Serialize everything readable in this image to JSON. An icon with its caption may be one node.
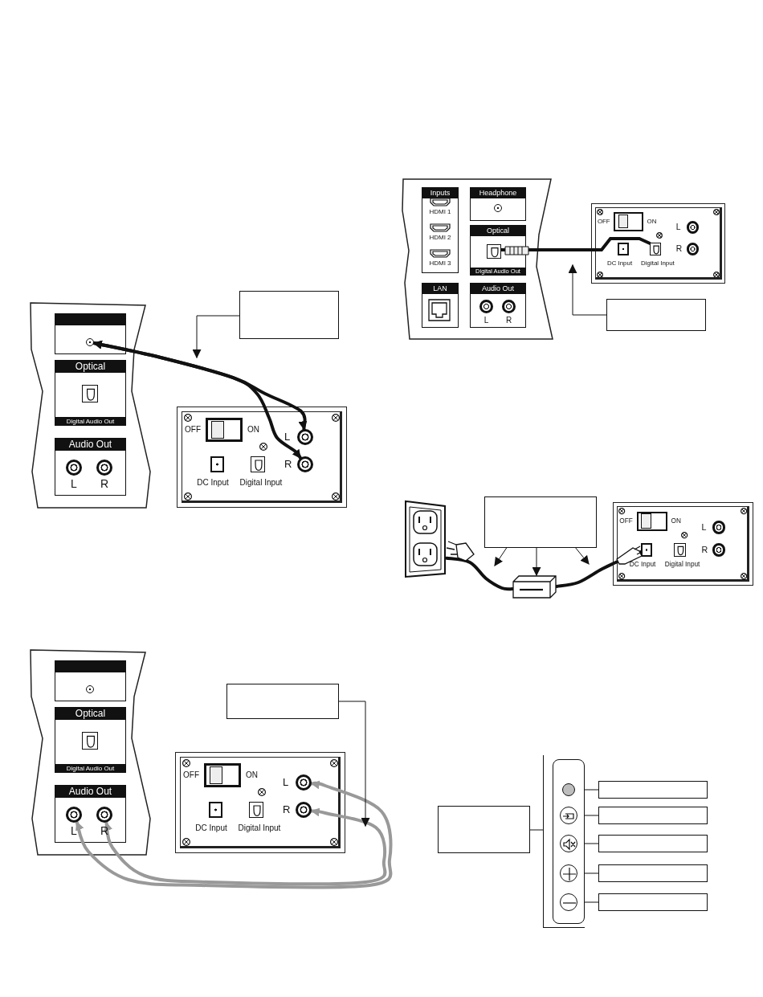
{
  "diagram": {
    "nodes": [
      {
        "text": [],
        "shape": "box"
      },
      {
        "text": [],
        "shape": "box"
      },
      {
        "text": [],
        "shape": "box"
      },
      {
        "text": [],
        "shape": "box"
      },
      {
        "text": [],
        "shape": "circle"
      },
      {
        "text": [],
        "shape": "circle"
      },
      {
        "text": [],
        "shape": "circle"
      },
      {
        "text": [],
        "shape": "box"
      },
      {
        "text": [],
        "shape": "box"
      },
      {
        "text": [],
        "shape": "box"
      },
      {
        "text": [],
        "shape": "box"
      },
      {
        "text": [],
        "shape": "circle"
      },
      {
        "text": [],
        "shape": "circle"
      },
      {
        "text": [],
        "shape": "box"
      },
      {
        "text": [],
        "shape": "circle"
      },
      {
        "text": [],
        "shape": "circle"
      },
      {
        "text": [],
        "shape": "box"
      },
      {
        "text": [],
        "shape": "box"
      },
      {
        "text": [],
        "shape": "circle",
        "in": 17
      },
      {
        "text": [],
        "shape": "circle",
        "in": 17
      },
      {
        "text": [],
        "shape": "circle",
        "in": 17
      },
      {
        "text": [],
        "shape": "circle",
        "in": 17
      },
      {
        "text": [],
        "shape": "circle",
        "in": 17
      },
      {
        "text": [],
        "shape": "box"
      },
      {
        "text": [],
        "shape": "box"
      },
      {
        "text": [],
        "shape": "box"
      },
      {
        "text": [],
        "shape": "box"
      },
      {
        "text": [],
        "shape": "box"
      },
      {
        "text": [],
        "shape": "circle"
      },
      {
        "text": [],
        "shape": "circle"
      },
      {
        "text": [],
        "shape": "circle"
      },
      {
        "text": [],
        "shape": "circle"
      },
      {
        "text": [],
        "shape": "circle"
      },
      {
        "text": [],
        "shape": "box"
      },
      {
        "text": [],
        "shape": "box"
      },
      {
        "text": [],
        "shape": "circle"
      },
      {
        "text": [],
        "shape": "circle"
      },
      {
        "text": [],
        "shape": "box"
      },
      {
        "text": [],
        "shape": "box"
      },
      {
        "text": [],
        "shape": "circle"
      },
      {
        "text": [],
        "shape": "circle"
      },
      {
        "text": [],
        "shape": "box"
      },
      {
        "text": [],
        "shape": "circle"
      },
      {
        "text": [],
        "shape": "box"
      },
      {
        "text": [],
        "shape": "box"
      },
      {
        "text": [],
        "shape": "box"
      }
    ],
    "edges": [
      {
        "from": 0,
        "to": 1,
        "arrow": "none",
        "style": "thick"
      },
      {
        "from": 2,
        "to": null,
        "arrow": "to"
      },
      {
        "from": 3,
        "to": null,
        "arrow": "to"
      },
      {
        "from": 4,
        "to": 5,
        "arrow": "both",
        "style": "thick"
      },
      {
        "from": 4,
        "to": 6,
        "arrow": "both",
        "style": "thick"
      },
      {
        "from": 8,
        "to": null,
        "arrow": "to"
      },
      {
        "from": 8,
        "to": 9,
        "arrow": "to"
      },
      {
        "from": 8,
        "to": null,
        "arrow": "to"
      },
      {
        "from": 7,
        "to": 9,
        "arrow": "none",
        "style": "thick"
      },
      {
        "from": 9,
        "to": 10,
        "arrow": "none",
        "style": "thick"
      },
      {
        "from": 11,
        "to": 14,
        "arrow": "both",
        "style": "thick",
        "color": "#999999"
      },
      {
        "from": 12,
        "to": 15,
        "arrow": "both",
        "style": "thick",
        "color": "#999999"
      },
      {
        "from": 13,
        "to": null,
        "arrow": "to"
      },
      {
        "from": 16,
        "to": 17,
        "arrow": "none"
      },
      {
        "from": 18,
        "to": 23,
        "arrow": "none"
      },
      {
        "from": 19,
        "to": 24,
        "arrow": "none"
      },
      {
        "from": 20,
        "to": 25,
        "arrow": "none"
      },
      {
        "from": 21,
        "to": 26,
        "arrow": "none"
      },
      {
        "from": 22,
        "to": 27,
        "arrow": "none"
      }
    ],
    "labels": [
      "Inputs",
      "HDMI 1",
      "HDMI 2",
      "HDMI 3",
      "Headphone",
      "Optical",
      "Digital Audio Out",
      "LAN",
      "Audio Out",
      "L",
      "R",
      "OFF",
      "ON",
      "L",
      "R",
      "DC Input",
      "Digital Input",
      "Optical",
      "Digital Audio Out",
      "Audio Out",
      "L",
      "R",
      "OFF",
      "ON",
      "L",
      "R",
      "DC Input",
      "Digital Input",
      "OFF",
      "ON",
      "L",
      "R",
      "DC Input",
      "Digital Input",
      "Optical",
      "Digital Audio Out",
      "Audio Out",
      "L",
      "R",
      "OFF",
      "ON",
      "L",
      "R",
      "DC Input",
      "Digital Input"
    ]
  }
}
